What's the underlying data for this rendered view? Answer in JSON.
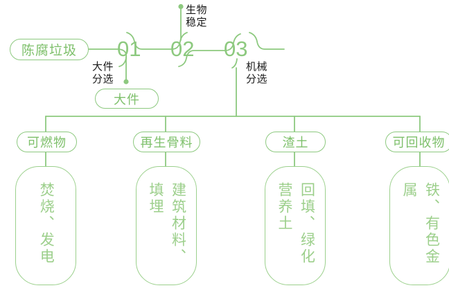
{
  "theme": {
    "line_color": "#8dc97f",
    "pill_text_color": "#7ec06b",
    "box_text_color": "#9ccf8b",
    "annotation_color": "#1b1b1b",
    "background": "#ffffff"
  },
  "flow": {
    "source": {
      "label": "陈腐垃圾"
    },
    "steps": [
      {
        "number": "01",
        "annotation_lines": [
          "大件",
          "分选"
        ],
        "output": {
          "label": "大件"
        }
      },
      {
        "number": "02",
        "annotation_lines": [
          "生物",
          "稳定"
        ],
        "output": null
      },
      {
        "number": "03",
        "annotation_lines": [
          "机械",
          "分选"
        ],
        "output": null
      }
    ]
  },
  "outputs": [
    {
      "category": "可燃物",
      "result_text": "焚烧、发电"
    },
    {
      "category": "再生骨料",
      "result_text": "建筑材料、填埋"
    },
    {
      "category": "渣土",
      "result_text": "回填、绿化营养土"
    },
    {
      "category": "可回收物",
      "result_text": "铁、有色金属"
    }
  ]
}
